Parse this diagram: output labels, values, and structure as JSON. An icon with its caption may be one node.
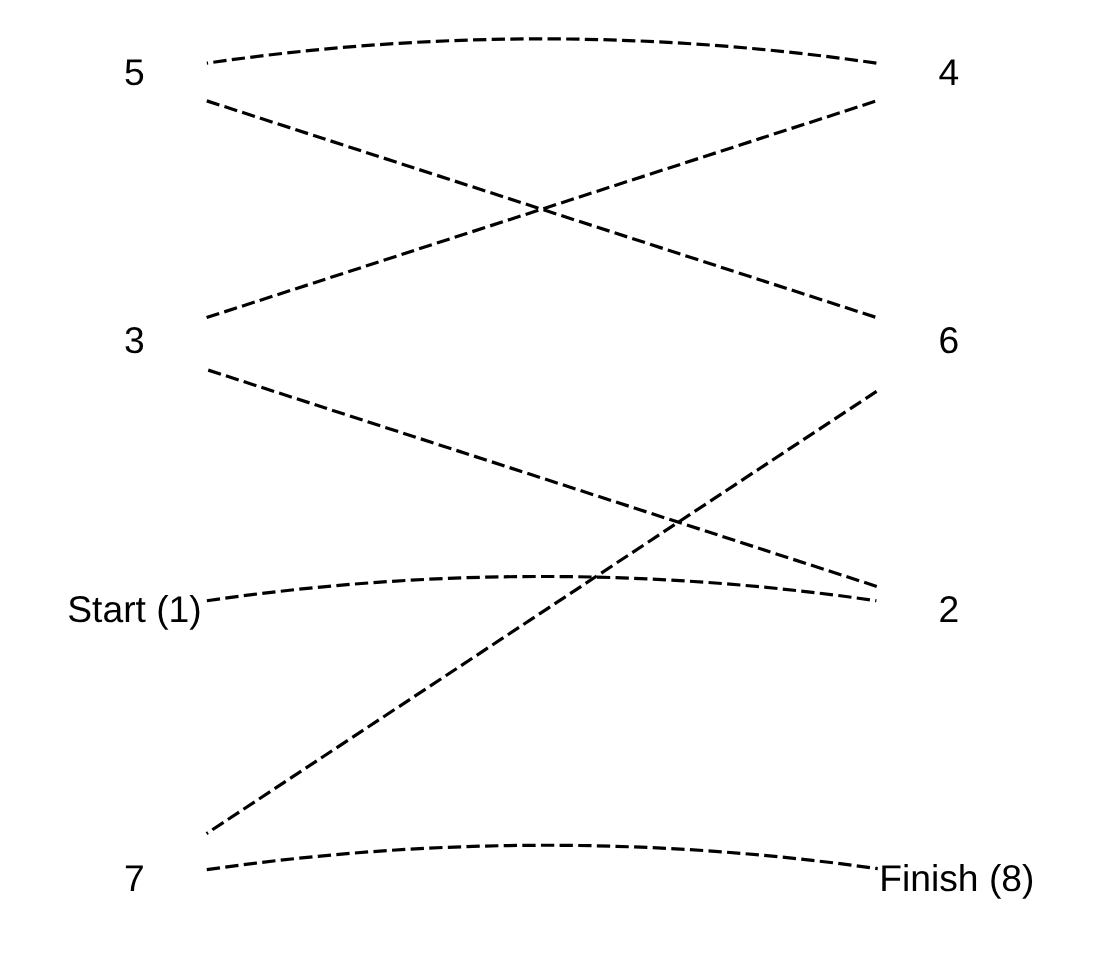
{
  "diagram": {
    "nodes": [
      {
        "text": [
          "Start (1)"
        ]
      },
      {
        "text": [
          "2"
        ]
      },
      {
        "text": [
          "3"
        ]
      },
      {
        "text": [
          "4"
        ]
      },
      {
        "text": [
          "5"
        ]
      },
      {
        "text": [
          "6"
        ]
      },
      {
        "text": [
          "7"
        ]
      },
      {
        "text": [
          "Finish (8)"
        ]
      }
    ],
    "edges": [
      {
        "from": 0,
        "to": 1,
        "arrow": "none",
        "style": "dashed"
      },
      {
        "from": 1,
        "to": 2,
        "arrow": "none",
        "style": "dashed"
      },
      {
        "from": 2,
        "to": 3,
        "arrow": "none",
        "style": "dashed"
      },
      {
        "from": 3,
        "to": 4,
        "arrow": "none",
        "style": "dashed"
      },
      {
        "from": 4,
        "to": 5,
        "arrow": "none",
        "style": "dashed"
      },
      {
        "from": 5,
        "to": 6,
        "arrow": "none",
        "style": "dashed"
      },
      {
        "from": 6,
        "to": 7,
        "arrow": "none",
        "style": "dashed"
      }
    ]
  }
}
